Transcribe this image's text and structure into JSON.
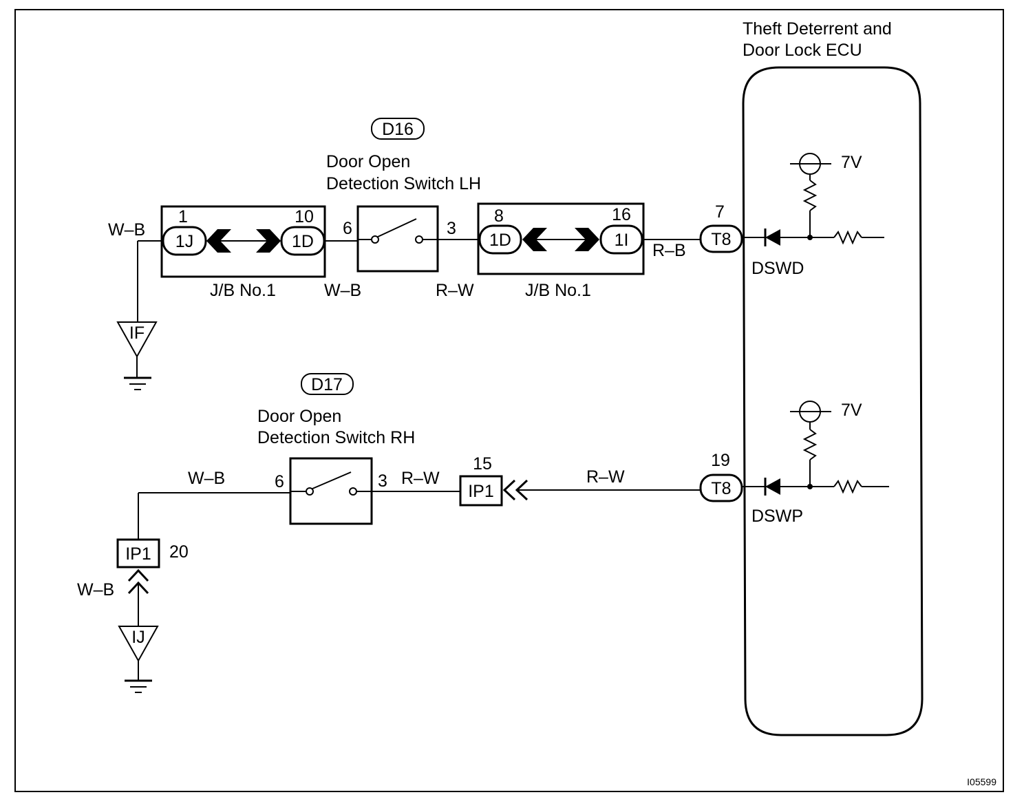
{
  "ecu": {
    "title_line1": "Theft Deterrent and",
    "title_line2": "Door Lock ECU",
    "voltage_top": "7V",
    "voltage_bottom": "7V",
    "input_top": "DSWD",
    "input_bottom": "DSWP"
  },
  "lh": {
    "code": "D16",
    "name_line1": "Door Open",
    "name_line2": "Detection Switch LH",
    "wire_ground": "W–B",
    "jb1_pin_left": "1",
    "jb1_conn_left": "1J",
    "jb1_pin_right": "10",
    "jb1_conn_right": "1D",
    "jb_label": "J/B No.1",
    "switch_pin_in": "6",
    "switch_pin_out": "3",
    "wire_in": "W–B",
    "wire_out": "R–W",
    "jb2_pin_left": "8",
    "jb2_conn_left": "1D",
    "jb2_pin_right": "16",
    "jb2_conn_right": "1I",
    "jb2_label": "J/B No.1",
    "wire_ecu": "R–B",
    "ecu_pin": "7",
    "ecu_conn": "T8",
    "ground": "IF"
  },
  "rh": {
    "code": "D17",
    "name_line1": "Door Open",
    "name_line2": "Detection Switch RH",
    "wire_ground": "W–B",
    "switch_pin_in": "6",
    "switch_pin_out": "3",
    "wire_out": "R–W",
    "ip_pin": "15",
    "ip_conn": "IP1",
    "wire_ecu": "R–W",
    "ecu_pin": "19",
    "ecu_conn": "T8",
    "ip_ground_conn": "IP1",
    "ip_ground_pin": "20",
    "wire_gnd": "W–B",
    "ground": "IJ"
  },
  "figure_code": "I05599"
}
